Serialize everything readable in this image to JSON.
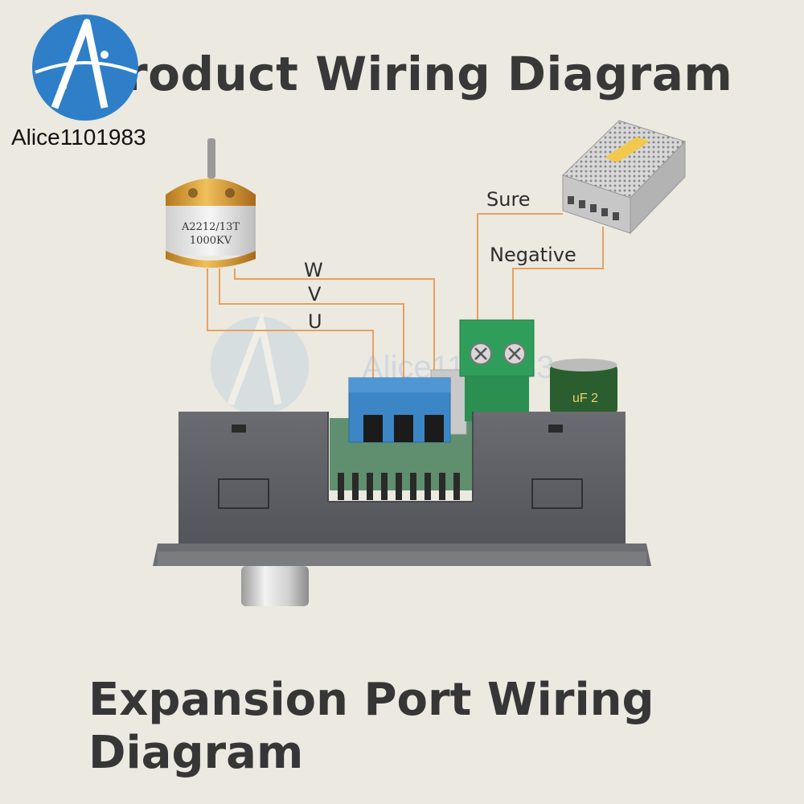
{
  "title": "Product Wiring Diagram",
  "subtitle": "Expansion Port Wiring Diagram",
  "watermark": {
    "brand": "Alice1101983",
    "faint_text": "Alice1101983"
  },
  "motor": {
    "model_line1": "A2212/13T",
    "model_line2": "1000KV"
  },
  "wires": {
    "w": "W",
    "v": "V",
    "u": "U",
    "sure": "Sure",
    "negative": "Negative"
  },
  "capacitor": {
    "label": "uF 2"
  },
  "colors": {
    "background": "#ebe9e0",
    "wire": "#e8a060",
    "title": "#383838",
    "terminal_green": "#2f9e5a",
    "terminal_blue": "#3d86c6",
    "housing": "#5a5c61",
    "logo_blue": "#2e7fc8"
  }
}
